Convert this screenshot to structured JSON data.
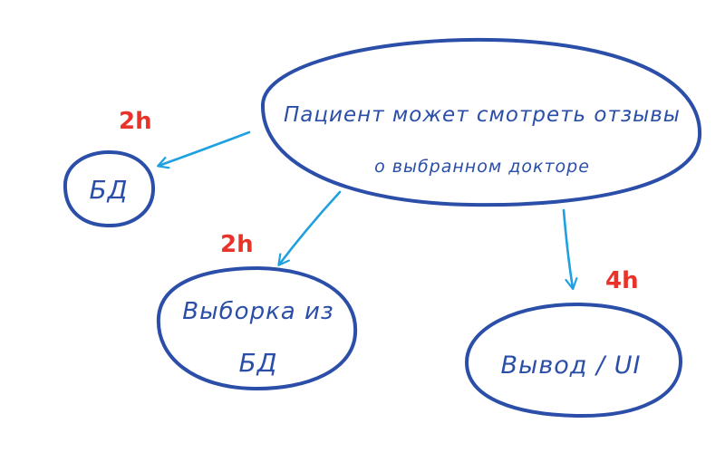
{
  "diagram": {
    "main_node": {
      "line1": "Пациент может смотреть отзывы",
      "line2": "о выбранном докторе"
    },
    "nodes": [
      {
        "id": "db",
        "lines": [
          "БД"
        ]
      },
      {
        "id": "select",
        "lines": [
          "Выборка из",
          "БД"
        ]
      },
      {
        "id": "output",
        "lines": [
          "Вывод / UI"
        ]
      }
    ],
    "estimates": {
      "db": "2h",
      "select": "2h",
      "output": "4h"
    }
  },
  "colors": {
    "ellipse_stroke": "#2b4ea8",
    "arrow": "#1fa0e0",
    "estimate": "#e8332a",
    "text": "#2b4ea8"
  }
}
